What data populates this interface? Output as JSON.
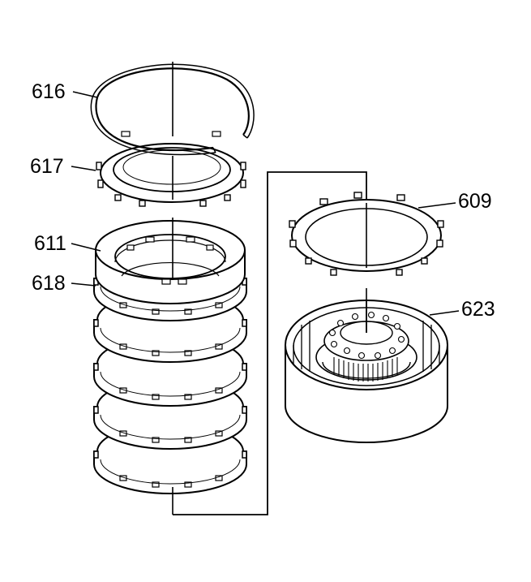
{
  "diagram": {
    "stroke_color": "#000000",
    "background": "#ffffff",
    "callouts": {
      "c616": "616",
      "c617": "617",
      "c611": "611",
      "c618": "618",
      "c609": "609",
      "c623": "623"
    }
  }
}
